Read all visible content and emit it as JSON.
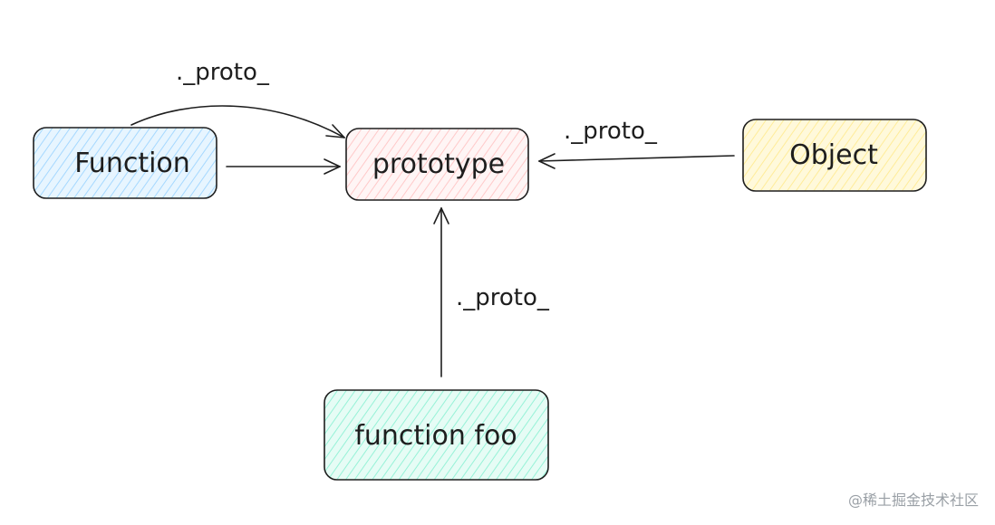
{
  "nodes": {
    "function": {
      "label": "Function",
      "fill": "#d0ebff"
    },
    "prototype": {
      "label": "prototype",
      "fill": "#ffe3e3"
    },
    "object": {
      "label": "Object",
      "fill": "#fff3bf"
    },
    "function_foo": {
      "label": "function foo",
      "fill": "#c3fae8"
    }
  },
  "edges": {
    "function_curve_label": "._proto_",
    "object_label": "._proto_",
    "foo_label": "._proto_"
  },
  "colors": {
    "stroke": "#1e1e1e",
    "watermark": "#9aa0a6"
  },
  "watermark": "@稀土掘金技术社区"
}
